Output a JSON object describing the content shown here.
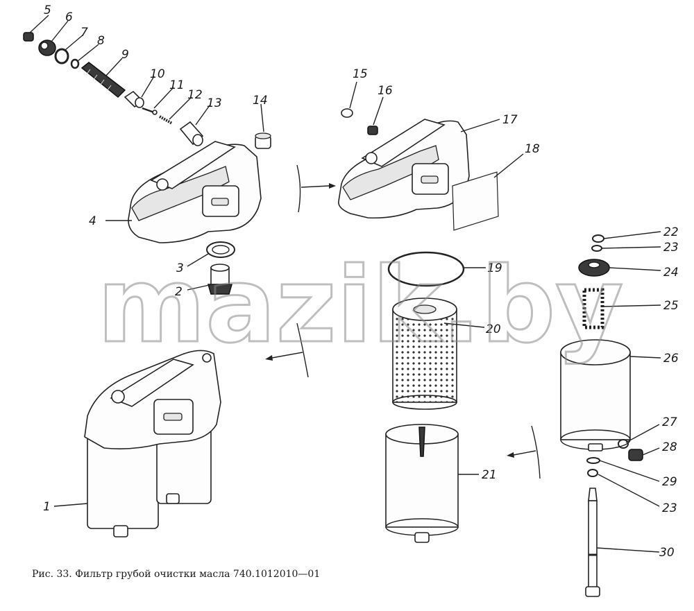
{
  "caption": "Рис. 33. Фильтр грубой очистки масла 740.1012010—01",
  "watermark": "mazik.by",
  "callouts": [
    "1",
    "2",
    "3",
    "4",
    "5",
    "6",
    "7",
    "8",
    "9",
    "10",
    "11",
    "12",
    "13",
    "14",
    "15",
    "16",
    "17",
    "18",
    "19",
    "20",
    "21",
    "22",
    "23",
    "24",
    "25",
    "26",
    "27",
    "28",
    "29",
    "23",
    "30"
  ]
}
